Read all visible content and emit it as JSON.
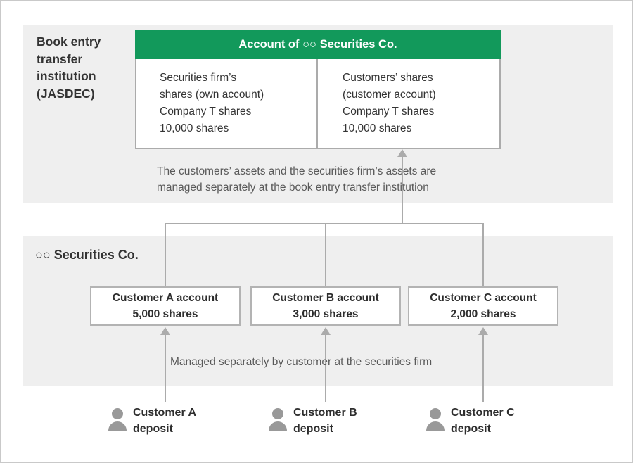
{
  "diagram": {
    "jasdec_panel": {
      "label": "Book entry\ntransfer\ninstitution\n(JASDEC)",
      "account_table": {
        "header": "Account of ○○ Securities Co.",
        "left_cell": "Securities firm’s\nshares (own account)\nCompany T shares\n10,000 shares",
        "right_cell": "Customers’ shares\n(customer account)\nCompany T shares\n10,000 shares"
      },
      "caption": "The customers’ assets and the securities firm’s assets are\nmanaged separately at the book entry transfer institution"
    },
    "securities_panel": {
      "label": "○○ Securities Co.",
      "accounts": [
        {
          "name": "Customer A account",
          "shares": "5,000 shares"
        },
        {
          "name": "Customer B account",
          "shares": "3,000 shares"
        },
        {
          "name": "Customer C account",
          "shares": "2,000 shares"
        }
      ],
      "caption": "Managed separately by customer at the securities firm"
    },
    "customers": [
      {
        "label": "Customer A\ndeposit"
      },
      {
        "label": "Customer B\ndeposit"
      },
      {
        "label": "Customer C\ndeposit"
      }
    ],
    "colors": {
      "header_green": "#12995b",
      "panel_gray": "#efefef",
      "line_gray": "#ababab",
      "text_dark": "#333333",
      "caption_gray": "#595959",
      "person_icon_gray": "#999999"
    }
  }
}
